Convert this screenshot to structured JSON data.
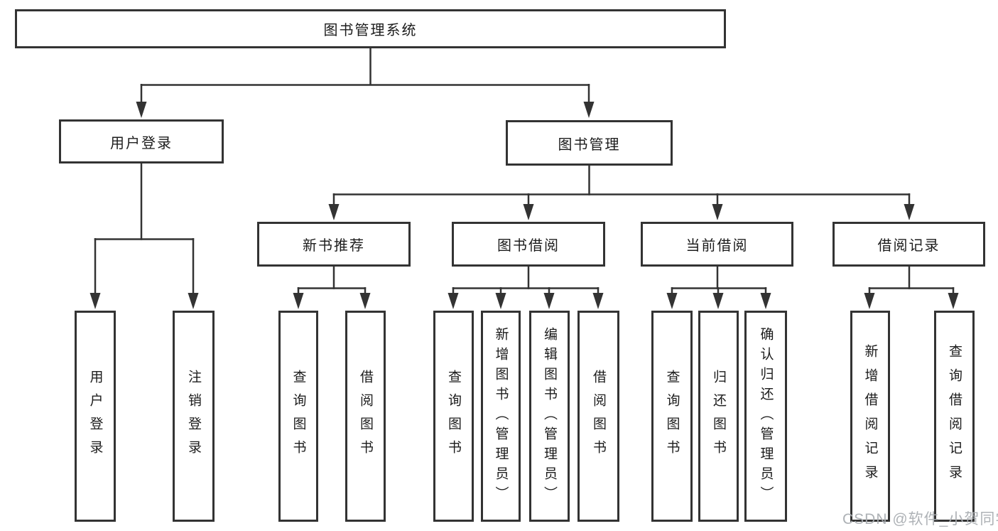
{
  "diagram": {
    "type": "org-tree",
    "watermark": "CSDN @软件_小贺同学",
    "colors": {
      "line": "#333333",
      "box_border": "#333333",
      "text": "#1c1c1c",
      "watermark": "#aaaeb2",
      "background": "#ffffff"
    },
    "root": {
      "label": "图书管理系统"
    },
    "level2": [
      {
        "label": "用户登录"
      },
      {
        "label": "图书管理"
      }
    ],
    "level3": [
      {
        "label": "新书推荐"
      },
      {
        "label": "图书借阅"
      },
      {
        "label": "当前借阅"
      },
      {
        "label": "借阅记录"
      }
    ],
    "leaves": {
      "user_login": [
        "用户登录",
        "注销登录"
      ],
      "new_book": [
        "查询图书",
        "借阅图书"
      ],
      "borrow": [
        "查询图书",
        "新增图书（管理员）",
        "编辑图书（管理员）",
        "借阅图书"
      ],
      "current": [
        "查询图书",
        "归还图书",
        "确认归还（管理员）"
      ],
      "records": [
        "新增借阅记录",
        "查询借阅记录"
      ]
    }
  }
}
